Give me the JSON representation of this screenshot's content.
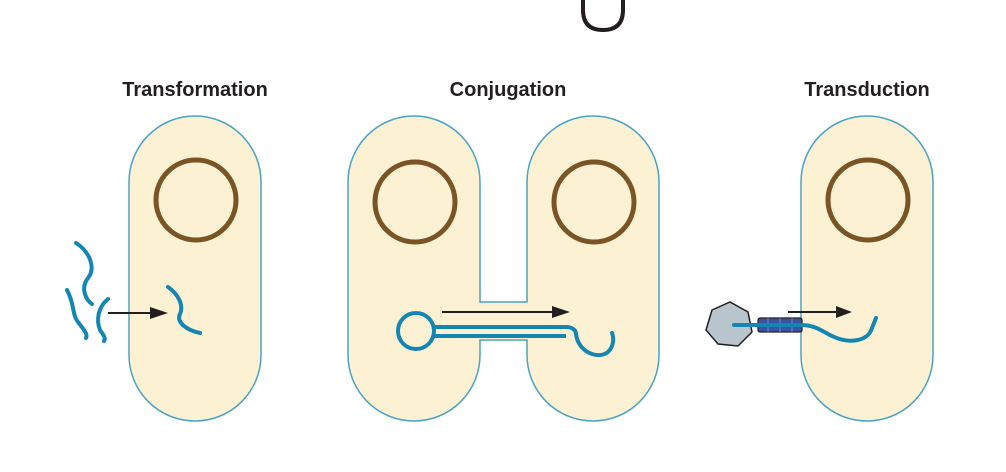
{
  "figure": {
    "colors": {
      "background": "#ffffff",
      "cell_fill": "#fdf1d3",
      "cell_outline": "#4aa3c4",
      "chromosome": "#7a5424",
      "dna_strand": "#1486b4",
      "arrow": "#231f20",
      "phage_head": "#b9c5cc",
      "phage_tail": "#3b54a0"
    },
    "panels": [
      {
        "id": "transformation",
        "label": "Transformation"
      },
      {
        "id": "conjugation",
        "label": "Conjugation"
      },
      {
        "id": "transduction",
        "label": "Transduction"
      }
    ]
  }
}
